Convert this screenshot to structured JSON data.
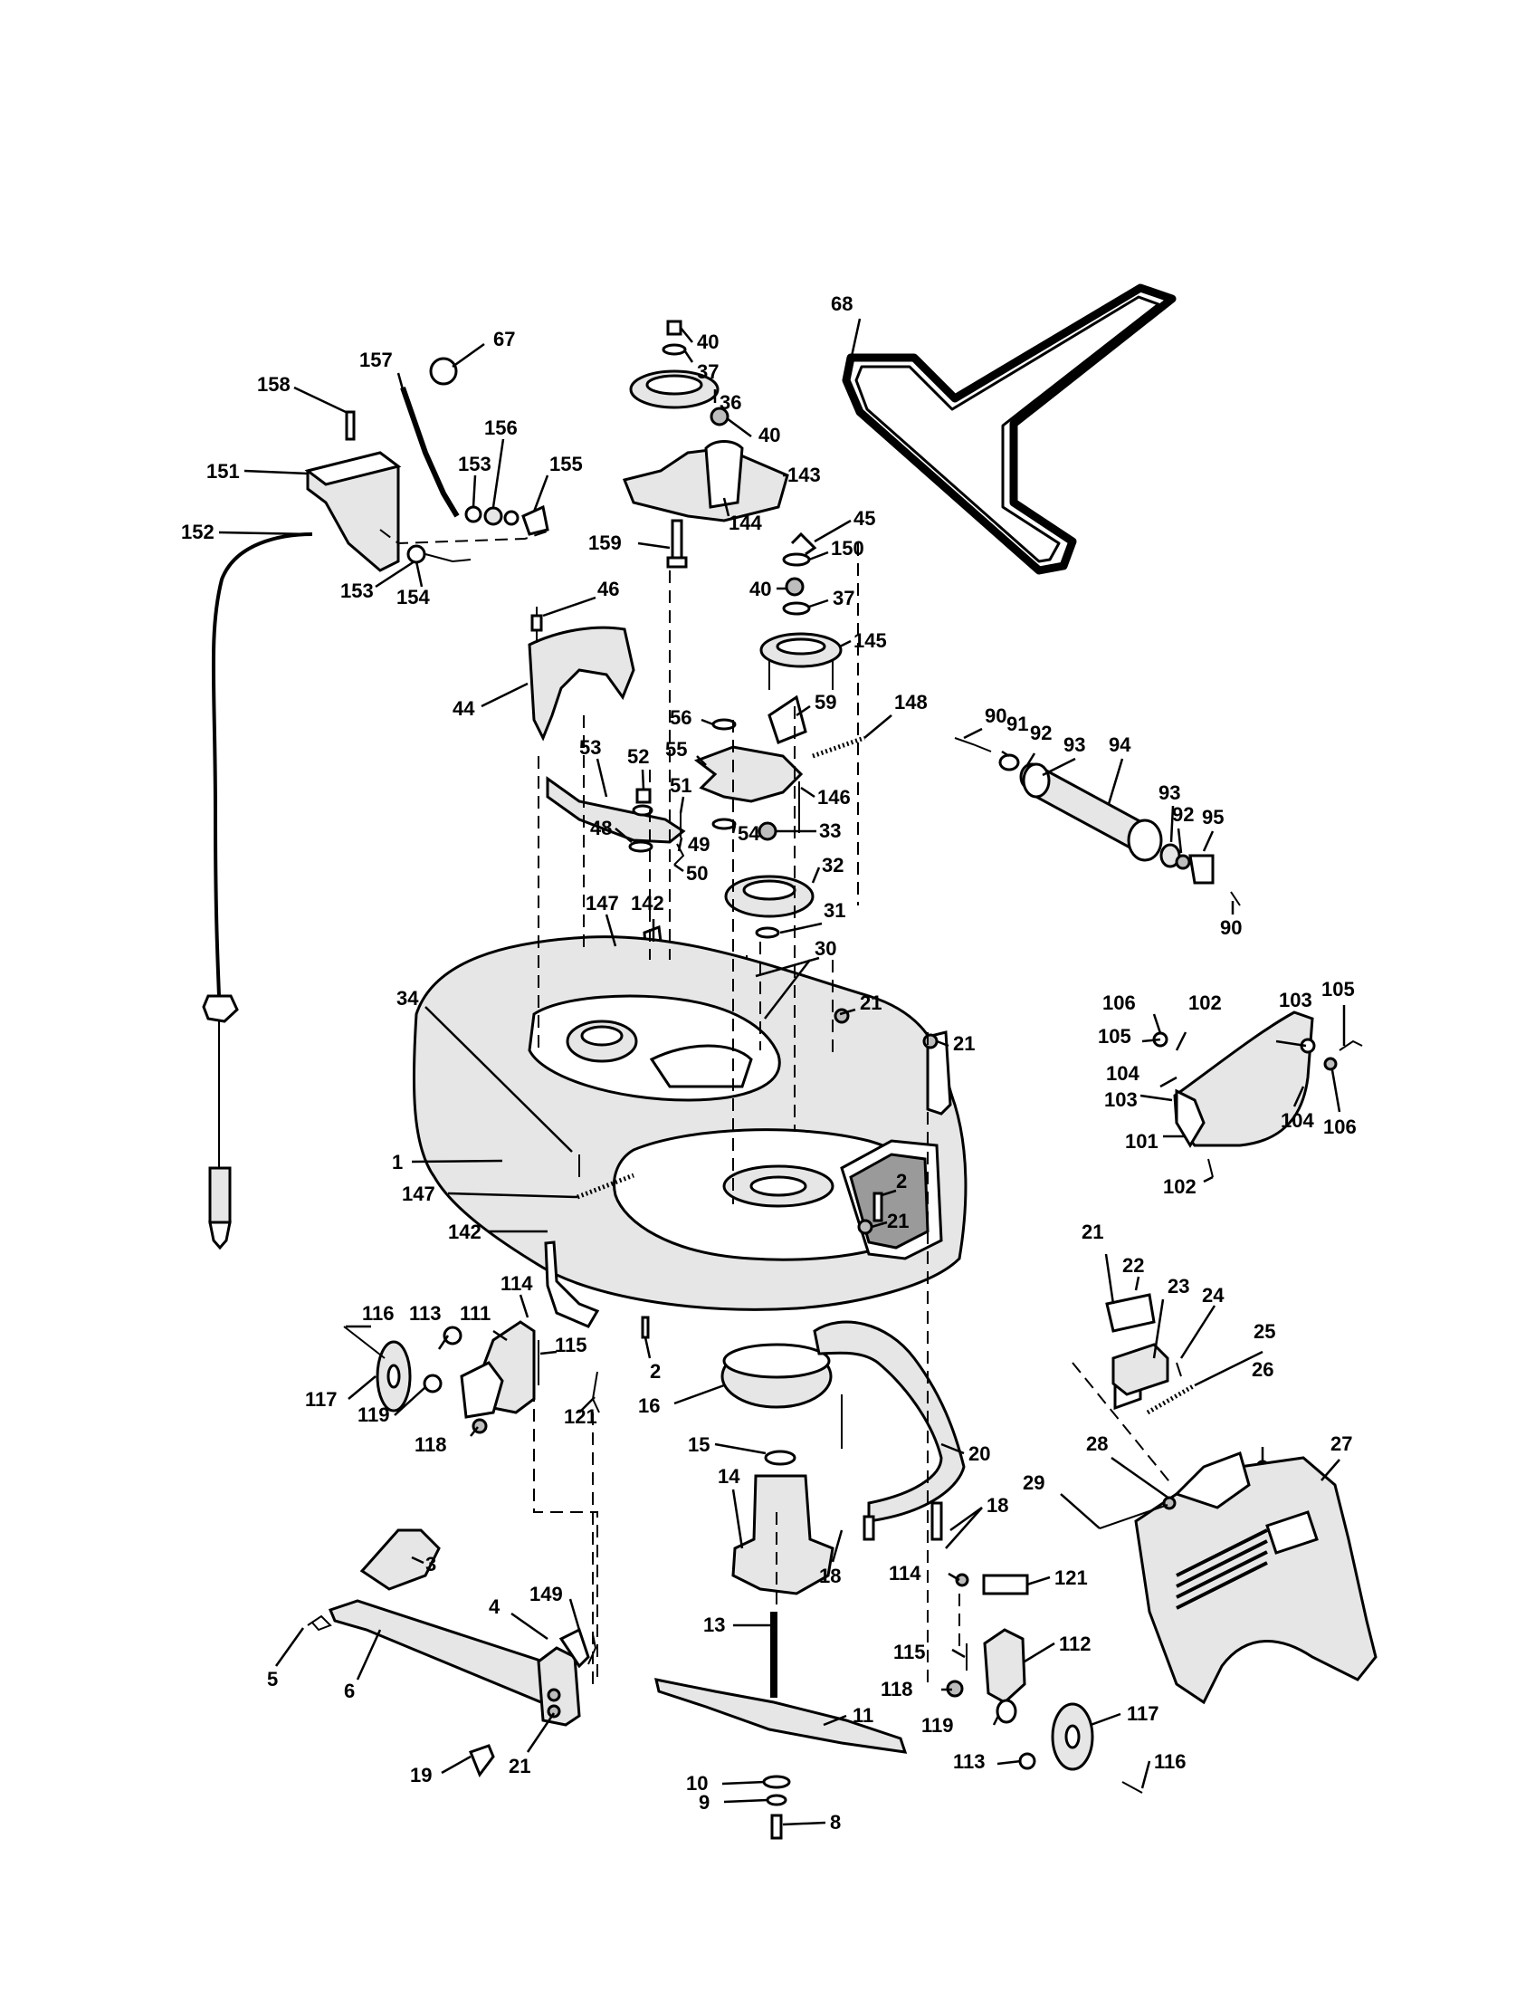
{
  "diagram": {
    "callouts": [
      {
        "id": "c-68",
        "text": "68"
      },
      {
        "id": "c-67",
        "text": "67"
      },
      {
        "id": "c-157",
        "text": "157"
      },
      {
        "id": "c-158",
        "text": "158"
      },
      {
        "id": "c-151",
        "text": "151"
      },
      {
        "id": "c-156",
        "text": "156"
      },
      {
        "id": "c-153a",
        "text": "153"
      },
      {
        "id": "c-155",
        "text": "155"
      },
      {
        "id": "c-152",
        "text": "152"
      },
      {
        "id": "c-153b",
        "text": "153"
      },
      {
        "id": "c-154",
        "text": "154"
      },
      {
        "id": "c-40a",
        "text": "40"
      },
      {
        "id": "c-37a",
        "text": "37"
      },
      {
        "id": "c-36",
        "text": "36"
      },
      {
        "id": "c-40b",
        "text": "40"
      },
      {
        "id": "c-143",
        "text": "143"
      },
      {
        "id": "c-144",
        "text": "144"
      },
      {
        "id": "c-159",
        "text": "159"
      },
      {
        "id": "c-45",
        "text": "45"
      },
      {
        "id": "c-150",
        "text": "150"
      },
      {
        "id": "c-40c",
        "text": "40"
      },
      {
        "id": "c-37b",
        "text": "37"
      },
      {
        "id": "c-145",
        "text": "145"
      },
      {
        "id": "c-46",
        "text": "46"
      },
      {
        "id": "c-44",
        "text": "44"
      },
      {
        "id": "c-56",
        "text": "56"
      },
      {
        "id": "c-59",
        "text": "59"
      },
      {
        "id": "c-148",
        "text": "148"
      },
      {
        "id": "c-53",
        "text": "53"
      },
      {
        "id": "c-52",
        "text": "52"
      },
      {
        "id": "c-55",
        "text": "55"
      },
      {
        "id": "c-51",
        "text": "51"
      },
      {
        "id": "c-146",
        "text": "146"
      },
      {
        "id": "c-48",
        "text": "48"
      },
      {
        "id": "c-54",
        "text": "54"
      },
      {
        "id": "c-33",
        "text": "33"
      },
      {
        "id": "c-49",
        "text": "49"
      },
      {
        "id": "c-50",
        "text": "50"
      },
      {
        "id": "c-32",
        "text": "32"
      },
      {
        "id": "c-31",
        "text": "31"
      },
      {
        "id": "c-147a",
        "text": "147"
      },
      {
        "id": "c-142a",
        "text": "142"
      },
      {
        "id": "c-30",
        "text": "30"
      },
      {
        "id": "c-90a",
        "text": "90"
      },
      {
        "id": "c-91",
        "text": "91"
      },
      {
        "id": "c-92a",
        "text": "92"
      },
      {
        "id": "c-93a",
        "text": "93"
      },
      {
        "id": "c-94",
        "text": "94"
      },
      {
        "id": "c-93b",
        "text": "93"
      },
      {
        "id": "c-92b",
        "text": "92"
      },
      {
        "id": "c-95",
        "text": "95"
      },
      {
        "id": "c-90b",
        "text": "90"
      },
      {
        "id": "c-34",
        "text": "34"
      },
      {
        "id": "c-21a",
        "text": "21"
      },
      {
        "id": "c-21b",
        "text": "21"
      },
      {
        "id": "c-106a",
        "text": "106"
      },
      {
        "id": "c-102a",
        "text": "102"
      },
      {
        "id": "c-103a",
        "text": "103"
      },
      {
        "id": "c-105a",
        "text": "105"
      },
      {
        "id": "c-105b",
        "text": "105"
      },
      {
        "id": "c-104a",
        "text": "104"
      },
      {
        "id": "c-103b",
        "text": "103"
      },
      {
        "id": "c-104b",
        "text": "104"
      },
      {
        "id": "c-106b",
        "text": "106"
      },
      {
        "id": "c-101",
        "text": "101"
      },
      {
        "id": "c-102b",
        "text": "102"
      },
      {
        "id": "c-1",
        "text": "1"
      },
      {
        "id": "c-147b",
        "text": "147"
      },
      {
        "id": "c-2a",
        "text": "2"
      },
      {
        "id": "c-21c",
        "text": "21"
      },
      {
        "id": "c-142b",
        "text": "142"
      },
      {
        "id": "c-21d",
        "text": "21"
      },
      {
        "id": "c-22",
        "text": "22"
      },
      {
        "id": "c-23",
        "text": "23"
      },
      {
        "id": "c-24",
        "text": "24"
      },
      {
        "id": "c-25",
        "text": "25"
      },
      {
        "id": "c-116a",
        "text": "116"
      },
      {
        "id": "c-113a",
        "text": "113"
      },
      {
        "id": "c-111",
        "text": "111"
      },
      {
        "id": "c-114a",
        "text": "114"
      },
      {
        "id": "c-115a",
        "text": "115"
      },
      {
        "id": "c-2b",
        "text": "2"
      },
      {
        "id": "c-26",
        "text": "26"
      },
      {
        "id": "c-117a",
        "text": "117"
      },
      {
        "id": "c-119a",
        "text": "119"
      },
      {
        "id": "c-121a",
        "text": "121"
      },
      {
        "id": "c-16",
        "text": "16"
      },
      {
        "id": "c-118a",
        "text": "118"
      },
      {
        "id": "c-15",
        "text": "15"
      },
      {
        "id": "c-20",
        "text": "20"
      },
      {
        "id": "c-27",
        "text": "27"
      },
      {
        "id": "c-28",
        "text": "28"
      },
      {
        "id": "c-29",
        "text": "29"
      },
      {
        "id": "c-14",
        "text": "14"
      },
      {
        "id": "c-18a",
        "text": "18"
      },
      {
        "id": "c-3",
        "text": "3"
      },
      {
        "id": "c-18b",
        "text": "18"
      },
      {
        "id": "c-114b",
        "text": "114"
      },
      {
        "id": "c-121b",
        "text": "121"
      },
      {
        "id": "c-149",
        "text": "149"
      },
      {
        "id": "c-4",
        "text": "4"
      },
      {
        "id": "c-13",
        "text": "13"
      },
      {
        "id": "c-5",
        "text": "5"
      },
      {
        "id": "c-6",
        "text": "6"
      },
      {
        "id": "c-115b",
        "text": "115"
      },
      {
        "id": "c-112",
        "text": "112"
      },
      {
        "id": "c-11",
        "text": "11"
      },
      {
        "id": "c-118b",
        "text": "118"
      },
      {
        "id": "c-117b",
        "text": "117"
      },
      {
        "id": "c-119b",
        "text": "119"
      },
      {
        "id": "c-19",
        "text": "19"
      },
      {
        "id": "c-21e",
        "text": "21"
      },
      {
        "id": "c-10",
        "text": "10"
      },
      {
        "id": "c-9",
        "text": "9"
      },
      {
        "id": "c-113b",
        "text": "113"
      },
      {
        "id": "c-116b",
        "text": "116"
      },
      {
        "id": "c-8",
        "text": "8"
      }
    ]
  }
}
